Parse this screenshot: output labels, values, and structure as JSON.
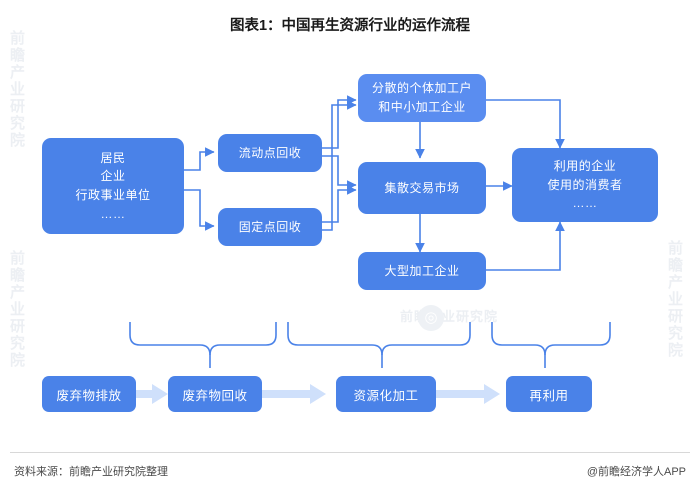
{
  "title": "图表1：中国再生资源行业的运作流程",
  "footer": {
    "source": "资料来源：前瞻产业研究院整理",
    "app": "@前瞻经济学人APP"
  },
  "colors": {
    "node_dark": "#4a82e8",
    "node_light": "#5a8df0",
    "arrow_light": "#cfe0fb",
    "connector": "#4a82e8",
    "background": "#ffffff",
    "text_on_node": "#ffffff"
  },
  "watermarks": [
    "前瞻产业研究院",
    "前瞻产业研究院",
    "前瞻产业研究院",
    "前瞻产业研究院"
  ],
  "nodes": {
    "source": {
      "lines": [
        "居民",
        "企业",
        "行政事业单位",
        "……"
      ]
    },
    "mobile_recycle": {
      "label": "流动点回收"
    },
    "fixed_recycle": {
      "label": "固定点回收"
    },
    "small_processors": {
      "lines": [
        "分散的个体加工户",
        "和中小加工企业"
      ]
    },
    "market": {
      "label": "集散交易市场"
    },
    "large_processors": {
      "label": "大型加工企业"
    },
    "consumers": {
      "lines": [
        "利用的企业",
        "使用的消费者",
        "……"
      ]
    }
  },
  "chain": [
    {
      "label": "废弃物排放"
    },
    {
      "label": "废弃物回收"
    },
    {
      "label": "资源化加工"
    },
    {
      "label": "再利用"
    }
  ]
}
